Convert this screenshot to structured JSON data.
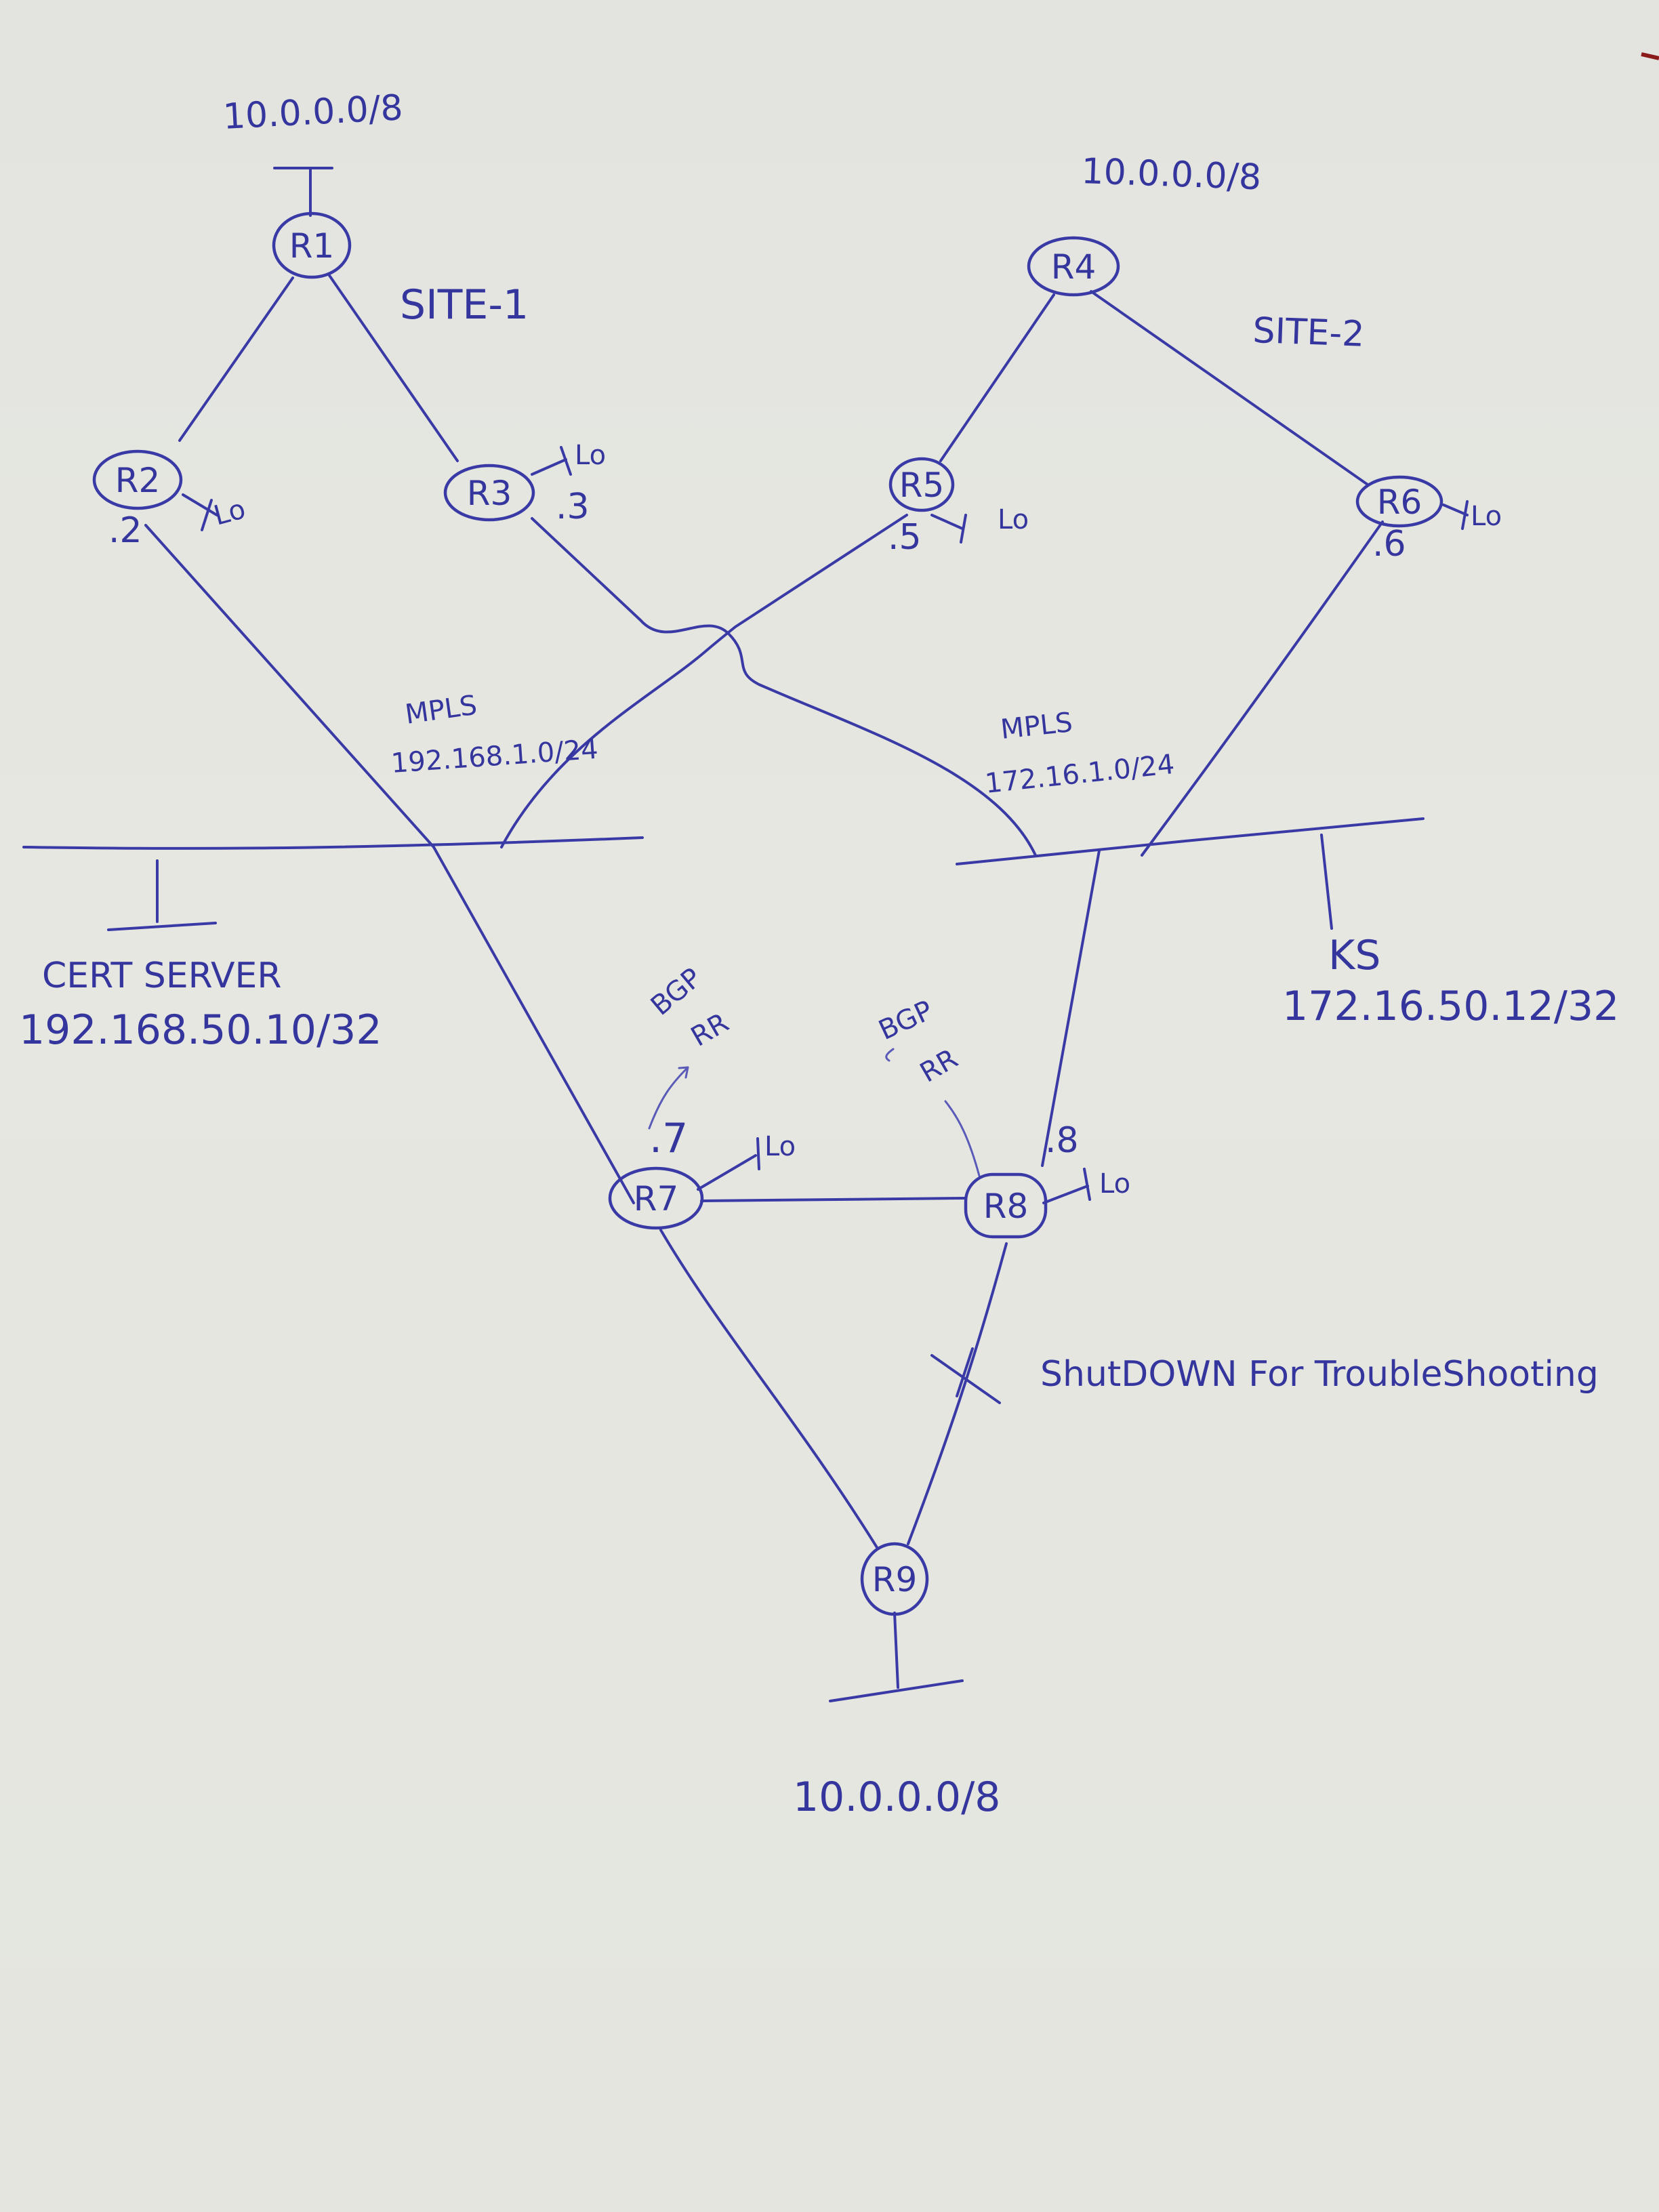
{
  "routers": {
    "r1": "R1",
    "r2": "R2",
    "r3": "R3",
    "r4": "R4",
    "r5": "R5",
    "r6": "R6",
    "r7": "R7",
    "r8": "R8",
    "r9": "R9"
  },
  "networks": {
    "site1_prefix": "10.0.0.0/8",
    "site2_prefix": "10.0.0.0/8",
    "hub_prefix": "10.0.0.0/8",
    "mpls_left_title": "MPLS",
    "mpls_left_subnet": "192.168.1.0/24",
    "mpls_right_title": "MPLS",
    "mpls_right_subnet": "172.16.1.0/24"
  },
  "sites": {
    "site1": "SITE-1",
    "site2": "SITE-2"
  },
  "servers": {
    "cert_title": "CERT SERVER",
    "cert_ip": "192.168.50.10/32",
    "ks_title": "KS",
    "ks_ip": "172.16.50.12/32"
  },
  "interfaces": {
    "r2": ".2",
    "r3": ".3",
    "r5": ".5",
    "r6": ".6",
    "r7": ".7",
    "r8": ".8"
  },
  "loopback_label": "Lo",
  "bgp": {
    "r7_line1": "BGP",
    "r7_line2": "RR",
    "r8_line1": "BGP",
    "r8_line2": "RR"
  },
  "annotation": {
    "shutdown": "ShutDOWN For TroubleShooting"
  }
}
